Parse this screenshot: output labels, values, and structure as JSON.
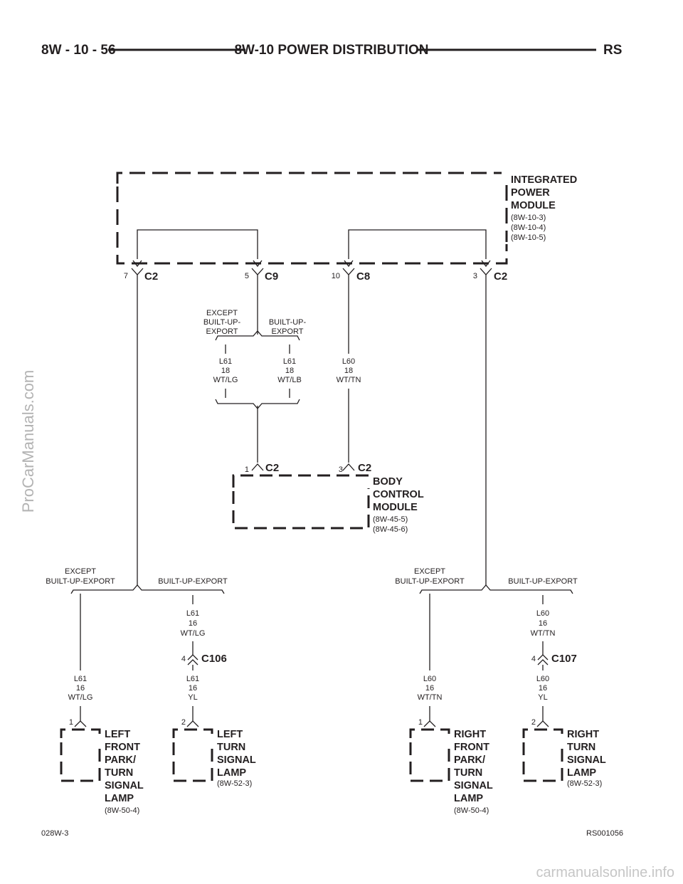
{
  "header": {
    "page_number": "8W - 10 - 56",
    "title": "8W-10 POWER DISTRIBUTION",
    "model_code": "RS"
  },
  "modules": {
    "ipm": {
      "name": [
        "INTEGRATED",
        "POWER",
        "MODULE"
      ],
      "refs": [
        "(8W-10-3)",
        "(8W-10-4)",
        "(8W-10-5)"
      ]
    },
    "bcm": {
      "name": [
        "BODY",
        "CONTROL",
        "MODULE"
      ],
      "refs": [
        "(8W-45-5)",
        "(8W-45-6)"
      ]
    }
  },
  "connectors": {
    "ipm_c2_left": {
      "pin": "7",
      "name": "C2"
    },
    "ipm_c9": {
      "pin": "5",
      "name": "C9"
    },
    "ipm_c8": {
      "pin": "10",
      "name": "C8"
    },
    "ipm_c2_right": {
      "pin": "3",
      "name": "C2"
    },
    "bcm_c2_a": {
      "pin": "1",
      "name": "C2"
    },
    "bcm_c2_b": {
      "pin": "3",
      "name": "C2"
    },
    "c106": {
      "pin": "4",
      "name": "C106"
    },
    "c107": {
      "pin": "4",
      "name": "C107"
    }
  },
  "wires": {
    "c9_l": [
      "L61",
      "18",
      "WT/LG"
    ],
    "c9_r": [
      "L61",
      "18",
      "WT/LB"
    ],
    "c8": [
      "L60",
      "18",
      "WT/TN"
    ],
    "lf_lamp": [
      "L61",
      "16",
      "WT/LG"
    ],
    "c106_in": [
      "L61",
      "16",
      "WT/LG"
    ],
    "c106_out": [
      "L61",
      "16",
      "YL"
    ],
    "rf_lamp": [
      "L60",
      "16",
      "WT/TN"
    ],
    "c107_in": [
      "L60",
      "16",
      "WT/TN"
    ],
    "c107_out": [
      "L60",
      "16",
      "YL"
    ]
  },
  "branches": {
    "c9_except": [
      "EXCEPT",
      "BUILT-UP-",
      "EXPORT"
    ],
    "c9_builtup": [
      "BUILT-UP-",
      "EXPORT"
    ],
    "left_except": [
      "EXCEPT",
      "BUILT-UP-EXPORT"
    ],
    "left_builtup": "BUILT-UP-EXPORT",
    "right_except": [
      "EXCEPT",
      "BUILT-UP-EXPORT"
    ],
    "right_builtup": "BUILT-UP-EXPORT"
  },
  "lamps": {
    "lf": {
      "pin": "1",
      "name": [
        "LEFT",
        "FRONT",
        "PARK/",
        "TURN",
        "SIGNAL",
        "LAMP"
      ],
      "ref": "(8W-50-4)"
    },
    "lt": {
      "pin": "2",
      "name": [
        "LEFT",
        "TURN",
        "SIGNAL",
        "LAMP"
      ],
      "ref": "(8W-52-3)"
    },
    "rf": {
      "pin": "1",
      "name": [
        "RIGHT",
        "FRONT",
        "PARK/",
        "TURN",
        "SIGNAL",
        "LAMP"
      ],
      "ref": "(8W-50-4)"
    },
    "rt": {
      "pin": "2",
      "name": [
        "RIGHT",
        "TURN",
        "SIGNAL",
        "LAMP"
      ],
      "ref": "(8W-52-3)"
    }
  },
  "footer": {
    "left_code": "028W-3",
    "right_code": "RS001056"
  },
  "watermarks": {
    "side": "ProCarManuals.com",
    "bottom": "carmanualsonline.info"
  }
}
